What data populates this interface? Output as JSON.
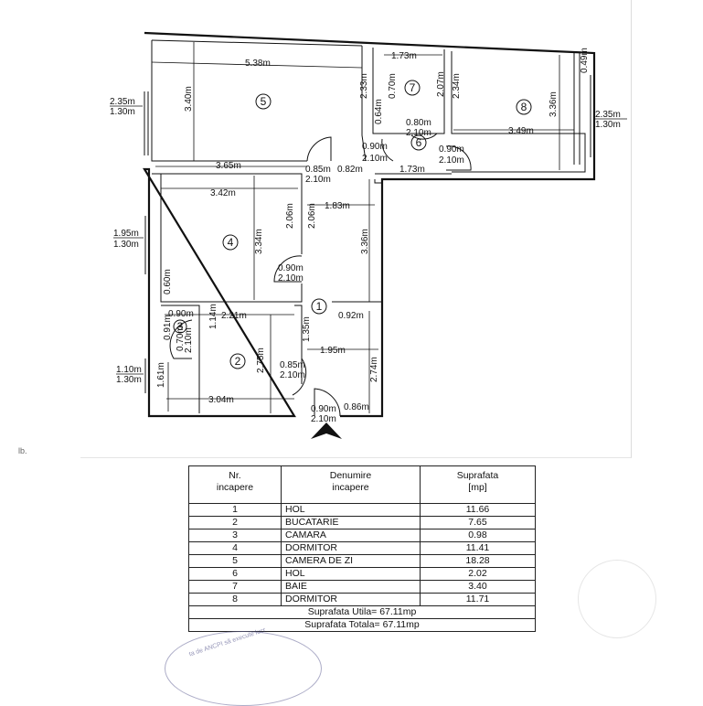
{
  "plan": {
    "rooms": [
      {
        "id": "room-5",
        "label": "5"
      },
      {
        "id": "room-7",
        "label": "7"
      },
      {
        "id": "room-8",
        "label": "8"
      },
      {
        "id": "room-6",
        "label": "6"
      },
      {
        "id": "room-4",
        "label": "4"
      },
      {
        "id": "room-1",
        "label": "1"
      },
      {
        "id": "room-3",
        "label": "3"
      },
      {
        "id": "room-2",
        "label": "2"
      }
    ],
    "dims": {
      "d538": "5.38m",
      "d340": "3.40m",
      "d365": "3.65m",
      "d233": "2.33m",
      "d173top": "1.73m",
      "d070": "0.70m",
      "d207": "2.07m",
      "d064": "0.64m",
      "d234": "2.34m",
      "d049": "0.49m",
      "d336r": "3.36m",
      "d349": "3.49m",
      "d173mid": "1.73m",
      "d082": "0.82m",
      "d085top": "0.85m",
      "d210a": "2.10m",
      "d342": "3.42m",
      "d206a": "2.06m",
      "d206b": "2.06m",
      "d183": "1.83m",
      "d334": "3.34m",
      "d336m": "3.36m",
      "d060": "0.60m",
      "d090k": "0.90m",
      "d210k": "2.10m",
      "d092": "0.92m",
      "d221": "2.21m",
      "d090c": "0.90m",
      "d091": "0.91m",
      "d070c": "0.70m",
      "d210c": "2.10m",
      "d114": "1.14m",
      "d135": "1.35m",
      "d195": "1.95m",
      "d275": "2.75m",
      "d085b": "0.85m",
      "d210b": "2.10m",
      "d274": "2.74m",
      "d161": "1.61m",
      "d304": "3.04m",
      "d090e": "0.90m",
      "d210e": "2.10m",
      "d086": "0.86m",
      "d080": "0.80m",
      "d210w": "2.10m",
      "d090w1": "0.90m",
      "d210w1": "2.10m",
      "d090w2": "0.90m",
      "d210w2": "2.10m"
    },
    "windows": {
      "w1a": "2.35m",
      "w1b": "1.30m",
      "w2a": "2.35m",
      "w2b": "1.30m",
      "w3a": "1.95m",
      "w3b": "1.30m",
      "w4a": "1.10m",
      "w4b": "1.30m"
    }
  },
  "table": {
    "headers": {
      "nr": [
        "Nr.",
        "incapere"
      ],
      "name": [
        "Denumire",
        "incapere"
      ],
      "area": [
        "Suprafata",
        "[mp]"
      ]
    },
    "rows": [
      {
        "nr": "1",
        "name": "HOL",
        "area": "11.66"
      },
      {
        "nr": "2",
        "name": "BUCATARIE",
        "area": "7.65"
      },
      {
        "nr": "3",
        "name": "CAMARA",
        "area": "0.98"
      },
      {
        "nr": "4",
        "name": "DORMITOR",
        "area": "11.41"
      },
      {
        "nr": "5",
        "name": "CAMERA DE ZI",
        "area": "18.28"
      },
      {
        "nr": "6",
        "name": "HOL",
        "area": "2.02"
      },
      {
        "nr": "7",
        "name": "BAIE",
        "area": "3.40"
      },
      {
        "nr": "8",
        "name": "DORMITOR",
        "area": "11.71"
      }
    ],
    "util": "Suprafata Utila= 67.11mp",
    "total": "Suprafata Totala= 67.11mp"
  },
  "stamp_text": "ta de ANCPI să execute lucr",
  "corner_mark": "lb."
}
